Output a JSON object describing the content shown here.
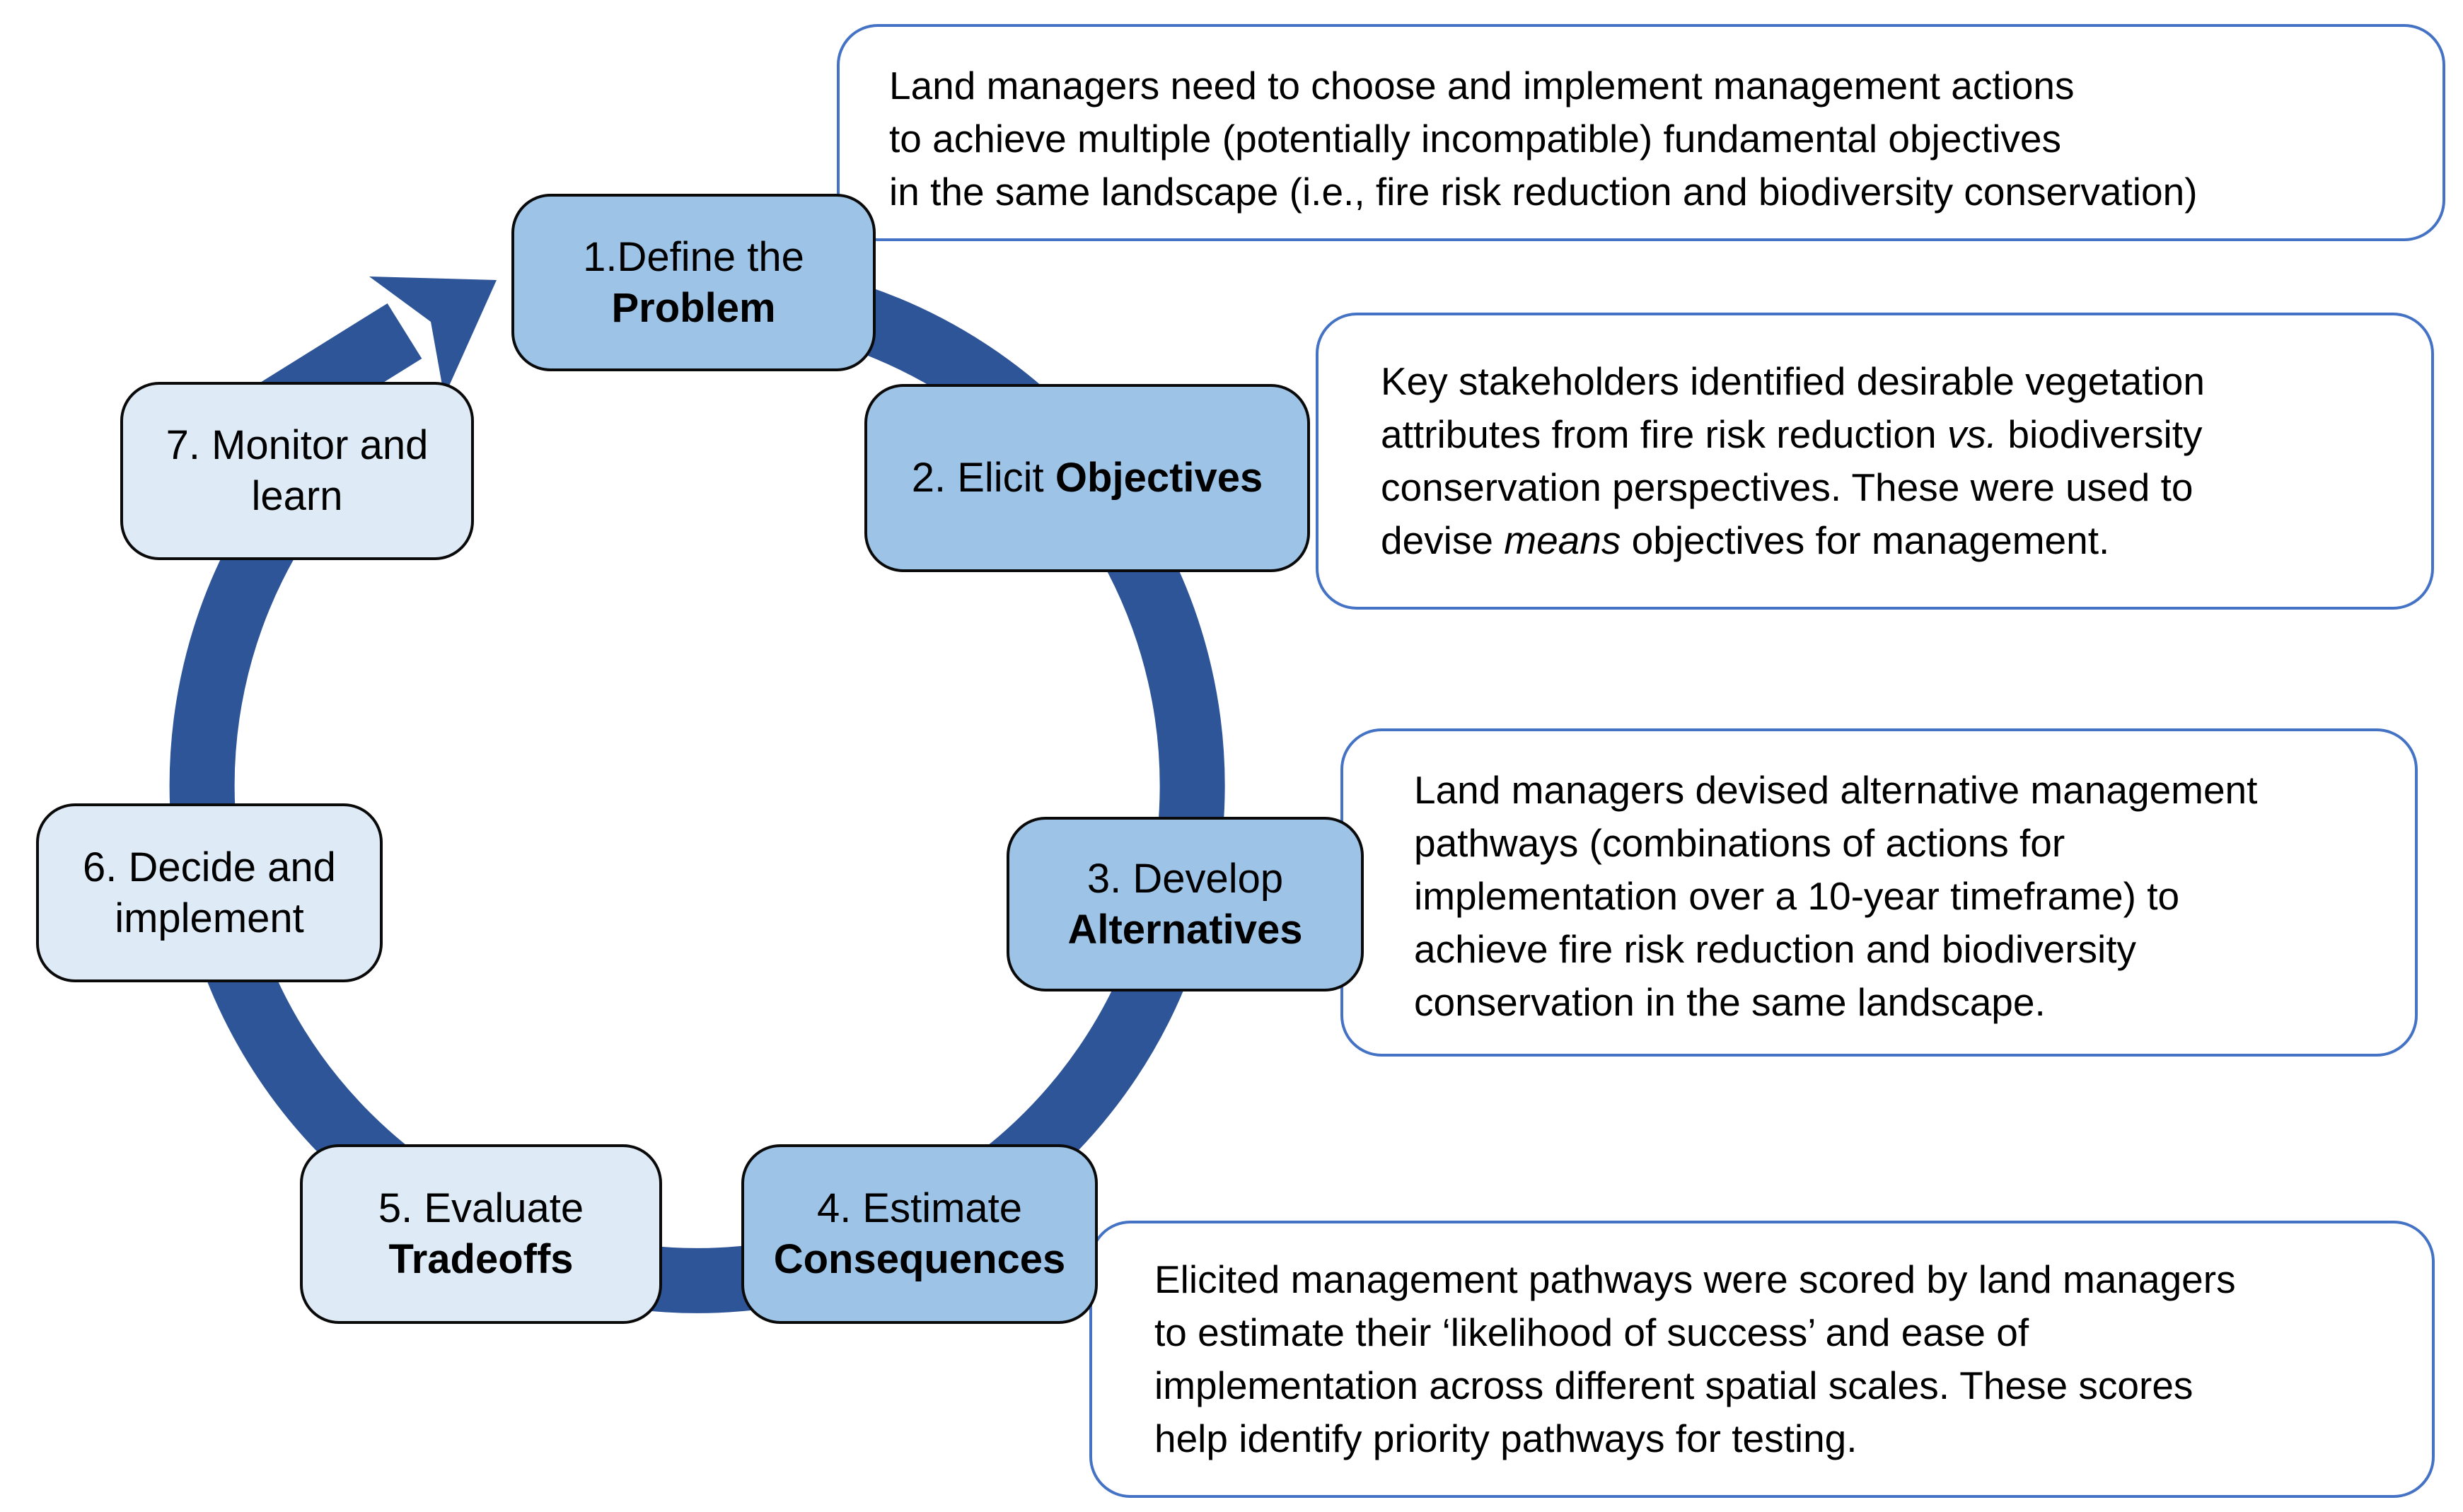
{
  "figure_name": "structured-decision-making-cycle",
  "colors": {
    "ring": "#2E5597",
    "box_medium": "#9DC3E6",
    "box_light": "#DEEBF7",
    "box_border": "#0A0A0A",
    "callout_border": "#4472C4",
    "callout_fill": "#FFFFFF",
    "text": "#000000",
    "background": "#FFFFFF"
  },
  "steps": [
    {
      "line1": "1.Define the",
      "line2": "Problem"
    },
    {
      "line1": "2. Elicit",
      "line2": "Objectives"
    },
    {
      "line1": "3. Develop",
      "line2": "Alternatives"
    },
    {
      "line1": "4. Estimate",
      "line2": "Consequences"
    },
    {
      "line1": "5. Evaluate",
      "line2": "Tradeoffs"
    },
    {
      "line1": "6. Decide and",
      "line2": "implement"
    },
    {
      "line1": "7. Monitor and",
      "line2": "learn"
    }
  ],
  "callouts": [
    {
      "for_step": 1,
      "lines": [
        [
          {
            "t": "Land managers need to choose and implement management actions"
          }
        ],
        [
          {
            "t": "to achieve multiple (potentially incompatible) fundamental objectives"
          }
        ],
        [
          {
            "t": "in the same landscape (i.e., fire risk reduction and biodiversity conservation)"
          }
        ]
      ]
    },
    {
      "for_step": 2,
      "lines": [
        [
          {
            "t": "Key stakeholders identified desirable vegetation"
          }
        ],
        [
          {
            "t": "attributes from fire risk reduction "
          },
          {
            "t": "vs.",
            "i": true
          },
          {
            "t": " biodiversity"
          }
        ],
        [
          {
            "t": "conservation perspectives. These were used to"
          }
        ],
        [
          {
            "t": "devise "
          },
          {
            "t": "means",
            "i": true
          },
          {
            "t": " objectives for management."
          }
        ]
      ]
    },
    {
      "for_step": 3,
      "lines": [
        [
          {
            "t": "Land managers devised alternative management"
          }
        ],
        [
          {
            "t": "pathways (combinations of actions for"
          }
        ],
        [
          {
            "t": "implementation over a 10-year timeframe) to"
          }
        ],
        [
          {
            "t": "achieve fire risk reduction and biodiversity"
          }
        ],
        [
          {
            "t": "conservation in the same landscape."
          }
        ]
      ]
    },
    {
      "for_step": 4,
      "lines": [
        [
          {
            "t": "Elicited management pathways were scored by land managers"
          }
        ],
        [
          {
            "t": "to estimate their ‘likelihood of success’ and ease of"
          }
        ],
        [
          {
            "t": "implementation across different spatial scales. These scores"
          }
        ],
        [
          {
            "t": "help identify priority pathways for testing."
          }
        ]
      ]
    }
  ]
}
